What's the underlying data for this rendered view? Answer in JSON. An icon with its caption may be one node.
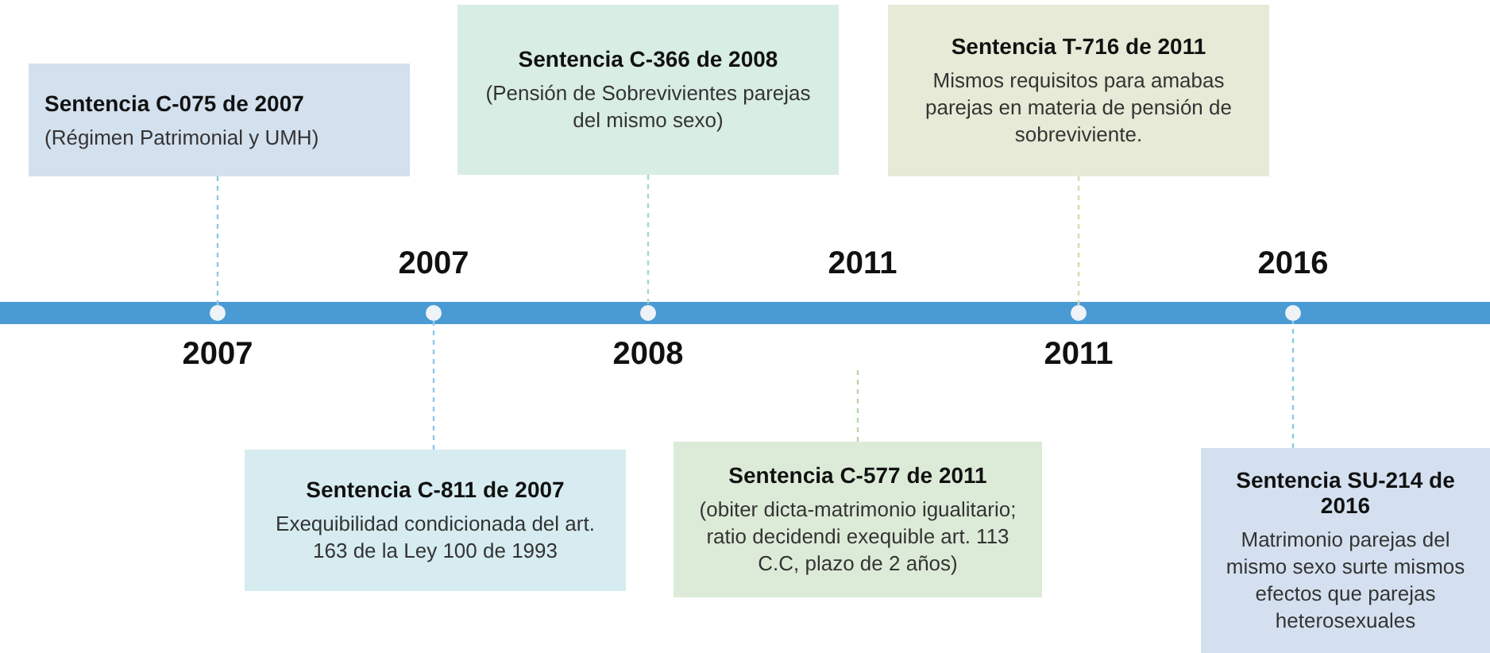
{
  "diagram": {
    "nodes": [
      {
        "text": [
          "Sentencia C-075 de 2007",
          "(Régimen Patrimonial y UMH)"
        ]
      },
      {
        "text": [
          "Sentencia C-366 de 2008",
          "(Pensión de Sobrevivientes parejas del mismo sexo)"
        ]
      },
      {
        "text": [
          "Sentencia T-716 de 2011",
          "Mismos requisitos para amabas parejas en materia de pensión de sobreviviente."
        ]
      },
      {
        "text": [],
        "shape": "circle"
      },
      {
        "text": [],
        "shape": "circle"
      },
      {
        "text": [],
        "shape": "circle"
      },
      {
        "text": [],
        "shape": "circle"
      },
      {
        "text": [],
        "shape": "circle"
      },
      {
        "text": [
          "Sentencia C-811 de 2007",
          "Exequibilidad condicionada del art. 163 de la Ley 100 de 1993"
        ]
      },
      {
        "text": [
          "Sentencia C-577 de 2011",
          "(obiter dicta-matrimonio igualitario; ratio decidendi exequible art. 113 C.C, plazo de 2 años)"
        ]
      },
      {
        "text": [
          "Sentencia SU-214 de 2016",
          "Matrimonio parejas del mismo sexo surte mismos efectos que parejas heterosexuales"
        ]
      }
    ],
    "edges": [
      {
        "from": 0,
        "to": 3,
        "arrow": "none",
        "style": "dashed"
      },
      {
        "from": 1,
        "to": 5,
        "arrow": "none",
        "style": "dashed",
        "color": "#a8d8c0"
      },
      {
        "from": 2,
        "to": 6,
        "arrow": "none",
        "style": "dashed",
        "color": "#d6dbaa"
      },
      {
        "from": 8,
        "to": 4,
        "arrow": "none",
        "style": "dashed"
      },
      {
        "from": 9,
        "to": null,
        "arrow": "none",
        "style": "dashed",
        "color": "#b4d8a8"
      },
      {
        "from": 10,
        "to": 7,
        "arrow": "none",
        "style": "dashed"
      }
    ],
    "labels": [
      "2007",
      "2007",
      "2008",
      "2011",
      "2011",
      "2016"
    ]
  }
}
